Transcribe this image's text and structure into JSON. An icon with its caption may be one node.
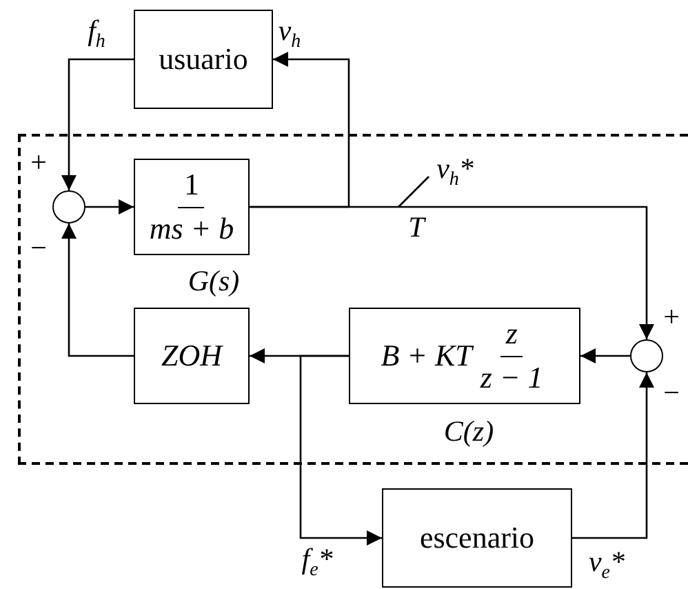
{
  "diagram": {
    "nodes": [
      {
        "text": [
          "usuario"
        ]
      },
      {
        "text": [],
        "shape": "box"
      },
      {
        "text": [],
        "shape": "circle",
        "in": 1
      },
      {
        "text": [
          "1",
          "ms + b"
        ],
        "beside": [
          "G(s)"
        ],
        "in": 1
      },
      {
        "text": [
          "ZOH"
        ],
        "in": 1
      },
      {
        "text": [
          "B + KT",
          "z",
          "z − 1"
        ],
        "beside": [
          "C(z)"
        ],
        "in": 1
      },
      {
        "text": [],
        "shape": "circle",
        "in": 1
      },
      {
        "text": [
          "escenario"
        ]
      }
    ],
    "edges": [
      {
        "from": 0,
        "to": 2,
        "arrow": "to"
      },
      {
        "from": 2,
        "to": 3,
        "arrow": "to"
      },
      {
        "from": 3,
        "to": 0,
        "arrow": "to"
      },
      {
        "from": 3,
        "to": 6,
        "arrow": "to"
      },
      {
        "from": 6,
        "to": 5,
        "arrow": "to"
      },
      {
        "from": 5,
        "to": 4,
        "arrow": "to"
      },
      {
        "from": 4,
        "to": 2,
        "arrow": "to"
      },
      {
        "from": 5,
        "to": 7,
        "arrow": "to"
      },
      {
        "from": 7,
        "to": 6,
        "arrow": "to"
      }
    ],
    "labels": [
      "f$_{h}$",
      "v$_{h}$",
      "+",
      "−",
      "v$_{h}$*",
      "T",
      "+",
      "−",
      "f$_{e}$*",
      "v$_{e}$*"
    ]
  }
}
